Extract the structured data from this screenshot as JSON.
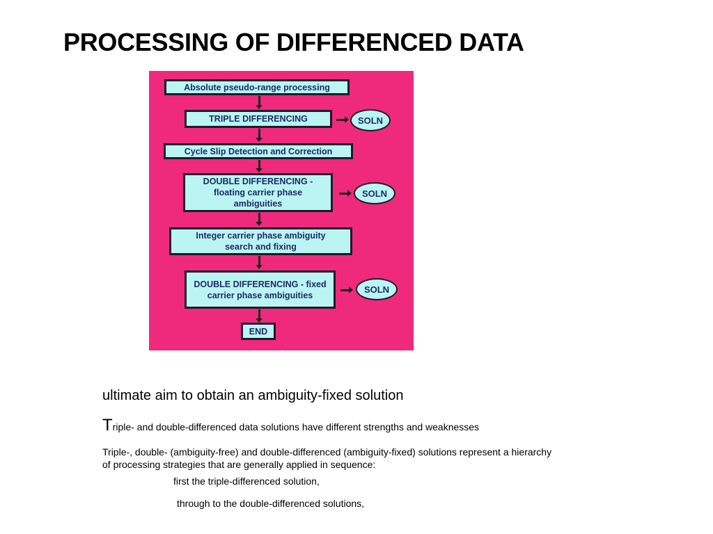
{
  "title": "PROCESSING OF DIFFERENCED DATA",
  "flowchart": {
    "colors": {
      "background": "#ef2a7c",
      "box": "#baf5f3",
      "text": "#1c2a66"
    },
    "steps": [
      "Absolute pseudo-range processing",
      "TRIPLE DIFFERENCING",
      "Cycle Slip Detection and Correction",
      "DOUBLE DIFFERENCING - floating carrier phase ambiguities",
      "Integer carrier phase ambiguity search and fixing",
      "DOUBLE DIFFERENCING - fixed carrier phase ambiguities",
      "END"
    ],
    "soln": "SOLN"
  },
  "text": {
    "line1": "ultimate aim to obtain an ambiguity-fixed solution",
    "line2_cap": "T",
    "line2_rest": "riple- and double-differenced data solutions have different strengths and weaknesses",
    "line3": "Triple-, double- (ambiguity-free) and double-differenced (ambiguity-fixed) solutions represent a hierarchy of processing strategies that are generally applied in sequence:",
    "line4": "first the triple-differenced solution,",
    "line5": "through to the double-differenced solutions,"
  }
}
